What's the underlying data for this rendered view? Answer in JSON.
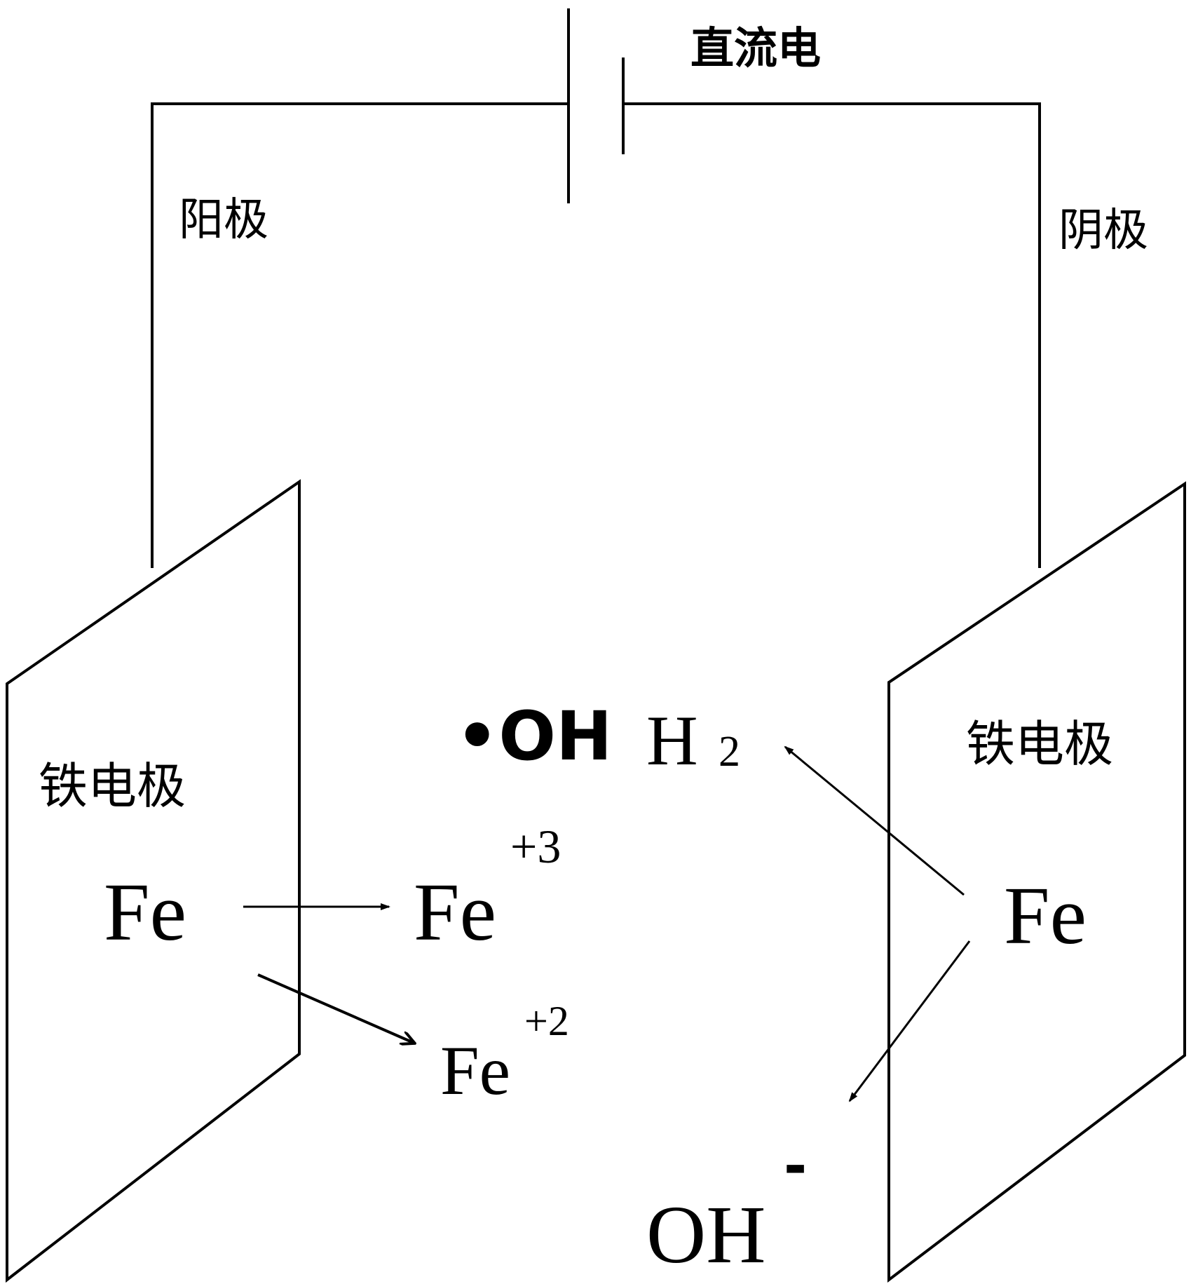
{
  "labels": {
    "power_source": "直流电",
    "anode": "阳极",
    "cathode": "阴极",
    "left_electrode": "铁电极",
    "right_electrode": "铁电极"
  },
  "species": {
    "left_fe": "Fe",
    "fe3": "Fe",
    "fe3_charge": "+3",
    "fe2": "Fe",
    "fe2_charge": "+2",
    "hydroxyl_radical": "•OH",
    "h2": "H",
    "h2_subscript": "2",
    "right_fe": "Fe",
    "hydroxide": "OH",
    "hydroxide_charge": "-"
  }
}
